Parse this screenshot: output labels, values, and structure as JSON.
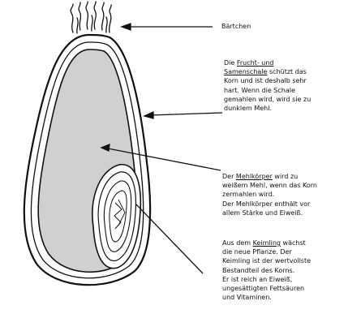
{
  "labels": {
    "brush": "Bärtchen",
    "shell": {
      "intro": "Die ",
      "term_line1": "Frucht- und",
      "term_line2": "Samenschale",
      "after_term": " schützt das",
      "rest": [
        "Korn und ist deshalb sehr",
        "hart. Wenn die Schale",
        "gemahlen wird, wird sie zu",
        "dunklem Mehl."
      ]
    },
    "endosperm": {
      "intro": "Der ",
      "term": "Mehlkörper",
      "after_term": " wird zu",
      "rest": [
        "weißem Mehl, wenn das Korn",
        "zermahlen wird.",
        "Der Mehlkörper enthält vor",
        "allem Stärke und Eiweiß."
      ]
    },
    "germ": {
      "intro": "Aus dem ",
      "term": "Keimling",
      "after_term": " wächst",
      "rest": [
        "die neue Pflanze. Der",
        "Keimling ist der wertvollste",
        "Bestandteil des Korns.",
        "Er ist reich an Eiweiß,",
        "ungesättigten Fettsäuren",
        "und Vitaminen."
      ]
    }
  },
  "colors": {
    "line": "#111111",
    "endosperm_fill": "#d0d0d0",
    "shell_fill": "#ffffff"
  }
}
